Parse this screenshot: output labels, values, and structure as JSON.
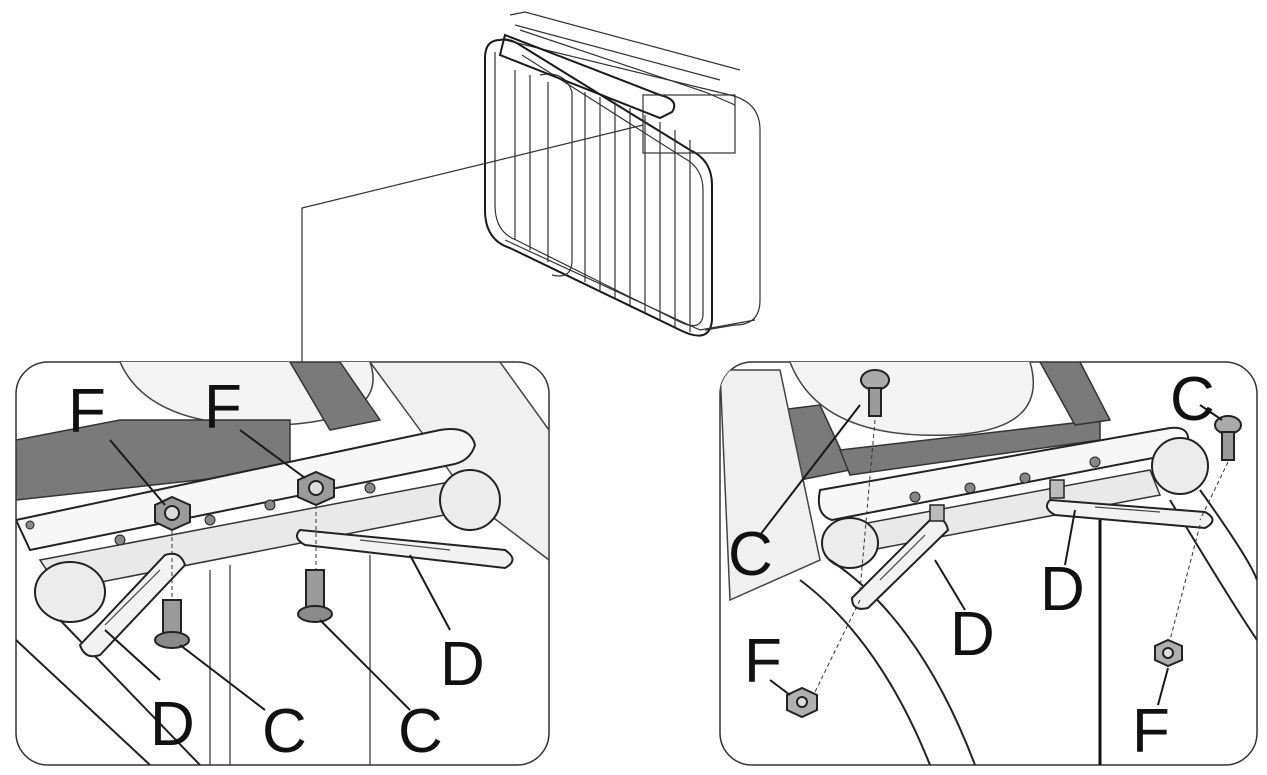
{
  "labels": {
    "left": {
      "f1": "F",
      "f2": "F",
      "c1": "C",
      "c2": "C",
      "d1": "D",
      "d2": "D"
    },
    "right": {
      "c1": "C",
      "c2": "C",
      "d1": "D",
      "d2": "D",
      "f1": "F",
      "f2": "F"
    }
  },
  "colors": {
    "line": "#1a1a1a",
    "metal": "#e6e6e6",
    "dark": "#555555",
    "hex": "#b0b0b0"
  }
}
